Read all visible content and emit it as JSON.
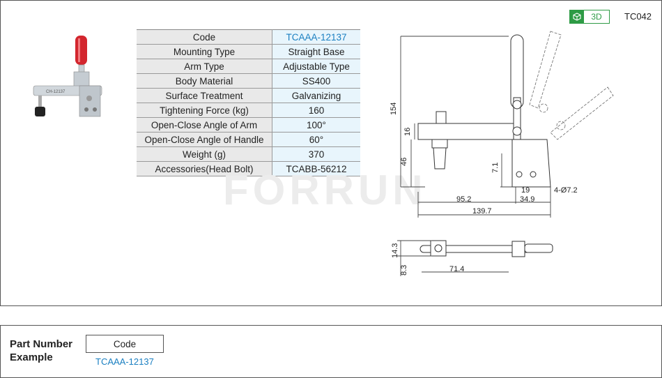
{
  "header": {
    "badge_3d": "3D",
    "model": "TC042"
  },
  "specs": [
    {
      "label": "Code",
      "value": "TCAAA-12137",
      "link": true
    },
    {
      "label": "Mounting Type",
      "value": "Straight Base"
    },
    {
      "label": "Arm Type",
      "value": "Adjustable Type"
    },
    {
      "label": "Body Material",
      "value": "SS400"
    },
    {
      "label": "Surface Treatment",
      "value": "Galvanizing"
    },
    {
      "label": "Tightening Force (kg)",
      "value": "160"
    },
    {
      "label": "Open-Close Angle of Arm",
      "value": "100°"
    },
    {
      "label": "Open-Close  Angle of Handle",
      "value": "60°"
    },
    {
      "label": "Weight (g)",
      "value": "370"
    },
    {
      "label": "Accessories(Head Bolt)",
      "value": "TCABB-56212"
    }
  ],
  "watermark": "FORRUN",
  "dimensions": {
    "d154": "154",
    "d16": "16",
    "d46": "46",
    "d7_1": "7.1",
    "d19": "19",
    "d4_7_2": "4-Ø7.2",
    "d95_2": "95.2",
    "d34_9": "34.9",
    "d139_7": "139.7",
    "d14_3": "14.3",
    "d8_3": "8.3",
    "d71_4": "71.4"
  },
  "part_number": {
    "label_line1": "Part Number",
    "label_line2": "Example",
    "box_label": "Code",
    "value": "TCAAA-12137"
  },
  "colors": {
    "accent": "#1a7fc1",
    "badge": "#2e9b45",
    "handle_red": "#d3262e"
  }
}
